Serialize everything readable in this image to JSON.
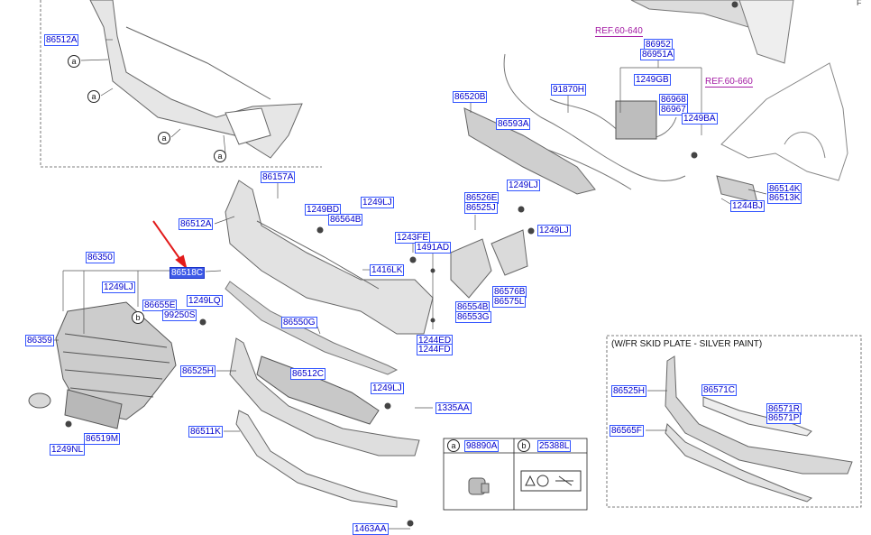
{
  "corner_text": "F",
  "skid_plate_note": "(W/FR SKID PLATE - SILVER PAINT)",
  "callouts": {
    "a": "a",
    "b": "b"
  },
  "references": {
    "ref_640": "REF.60-640",
    "ref_660": "REF.60-660"
  },
  "parts": {
    "p86512A_top": "86512A",
    "p86952": "86952",
    "p86951A": "86951A",
    "p1249GB": "1249GB",
    "p86968": "86968",
    "p86967": "86967",
    "p1249BA": "1249BA",
    "p86520B": "86520B",
    "p91870H": "91870H",
    "p86593A": "86593A",
    "p86514K": "86514K",
    "p86513K": "86513K",
    "p1244BJ": "1244BJ",
    "p86157A": "86157A",
    "p1249BD": "1249BD",
    "p86564B": "86564B",
    "p1249LJ_a": "1249LJ",
    "p86512A_mid": "86512A",
    "p86526E": "86526E",
    "p86525J": "86525J",
    "p1249LJ_b": "1249LJ",
    "p1249LJ_c": "1249LJ",
    "p1243FE": "1243FE",
    "p1491AD": "1491AD",
    "p86350": "86350",
    "p86518C": "86518C",
    "p1416LK": "1416LK",
    "p1249LJ_d": "1249LJ",
    "p86655E": "86655E",
    "p1249LQ": "1249LQ",
    "p99250S": "99250S",
    "p86576B": "86576B",
    "p86575L": "86575L",
    "p86554B": "86554B",
    "p86553G": "86553G",
    "p86550G": "86550G",
    "p86359": "86359",
    "p1244ED": "1244ED",
    "p1244FD": "1244FD",
    "p86525H_a": "86525H",
    "p86512C": "86512C",
    "p1249LJ_e": "1249LJ",
    "p1335AA": "1335AA",
    "p86511K": "86511K",
    "p86519M": "86519M",
    "p1249NL": "1249NL",
    "p98890A": "98890A",
    "p25388L": "25388L",
    "p1463AA": "1463AA",
    "p86525H_b": "86525H",
    "p86571C": "86571C",
    "p86571R": "86571R",
    "p86571P": "86571P",
    "p86565F": "86565F"
  }
}
